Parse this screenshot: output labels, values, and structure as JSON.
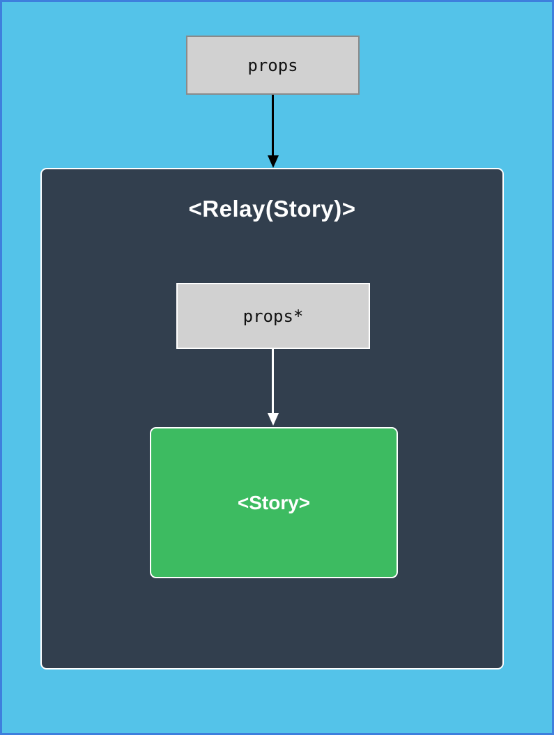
{
  "diagram": {
    "props_node": {
      "label": "props"
    },
    "relay_container": {
      "title": "<Relay(Story)>"
    },
    "props_star_node": {
      "label": "props*"
    },
    "story_node": {
      "label": "<Story>"
    },
    "colors": {
      "canvas_background": "#54c3e9",
      "canvas_border": "#3e7fdd",
      "relay_container_fill": "#323f4e",
      "gray_node_fill": "#d1d1d1",
      "gray_node_border": "#8a8a8a",
      "story_node_fill": "#3dbb61",
      "outer_arrow": "#000000",
      "inner_arrow": "#ffffff"
    }
  }
}
